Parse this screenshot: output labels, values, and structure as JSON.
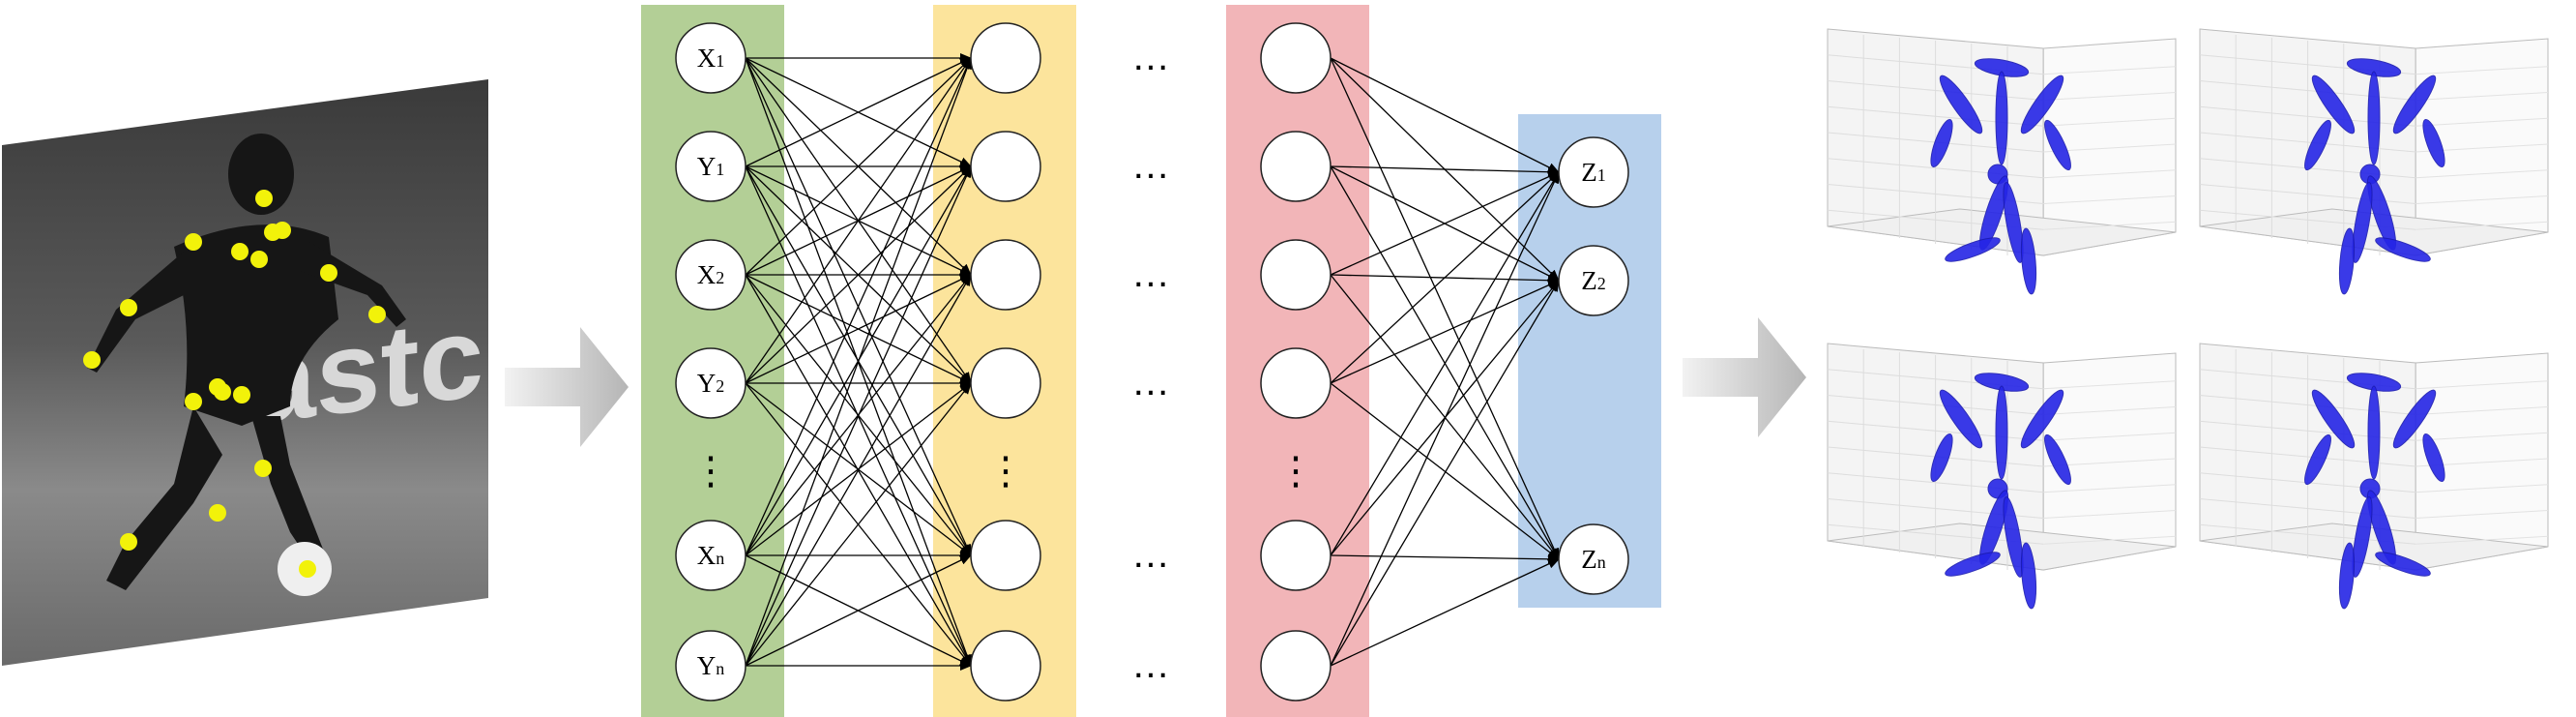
{
  "diagram": {
    "input_layer": {
      "color": "#b3cf96",
      "labels": [
        "X1",
        "Y1",
        "X2",
        "Y2",
        "⋮",
        "Xn",
        "Yn"
      ]
    },
    "hidden_layer_1": {
      "color": "#fce49c"
    },
    "hidden_layer_last": {
      "color": "#f2b5b8"
    },
    "output_layer": {
      "color": "#b7d0ec",
      "labels": [
        "Z1",
        "Z2",
        "Zn"
      ]
    },
    "ellipsis": "…",
    "vertical_ellipsis": "⋮",
    "arrow_color": "#c8c8c8",
    "keypoint_color": "#f2f20a",
    "skeleton_color": "#2525e6"
  }
}
